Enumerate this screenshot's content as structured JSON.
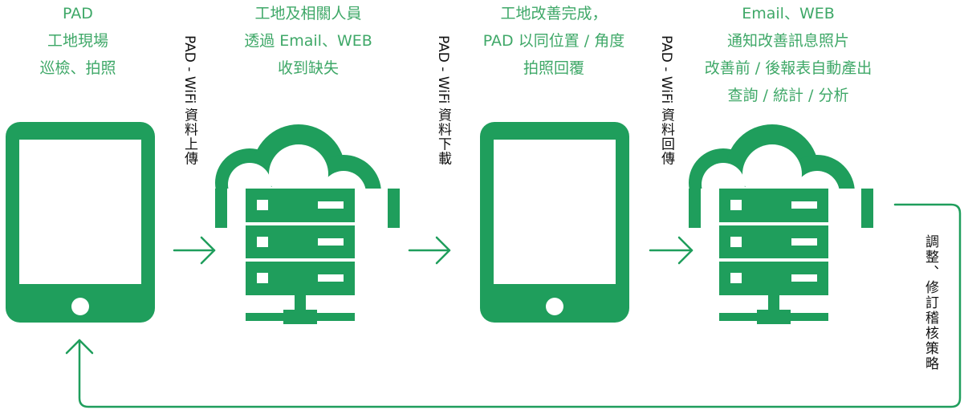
{
  "colors": {
    "primary": "#1f9e5c",
    "caption": "#3fa868",
    "text": "#111111"
  },
  "steps": [
    {
      "icon": "tablet-icon",
      "lines": [
        "PAD",
        "工地現場",
        "巡檢、拍照"
      ]
    },
    {
      "icon": "cloud-server-icon",
      "lines": [
        "工地及相關人員",
        "透過 Email、WEB",
        "收到缺失"
      ]
    },
    {
      "icon": "tablet-icon",
      "lines": [
        "工地改善完成，",
        "PAD 以同位置 / 角度",
        "拍照回覆"
      ]
    },
    {
      "icon": "cloud-server-icon",
      "lines": [
        "Email、WEB",
        "通知改善訊息照片",
        "改善前 / 後報表自動產出",
        "查詢 / 統計 / 分析"
      ]
    }
  ],
  "transfers": [
    {
      "prefix": "PAD - WiFi ",
      "action": "資料上傳"
    },
    {
      "prefix": "PAD - WiFi ",
      "action": "資料下載"
    },
    {
      "prefix": "PAD - WiFi ",
      "action": "資料回傳"
    }
  ],
  "feedback": {
    "label": "調整、修訂稽核策略"
  }
}
